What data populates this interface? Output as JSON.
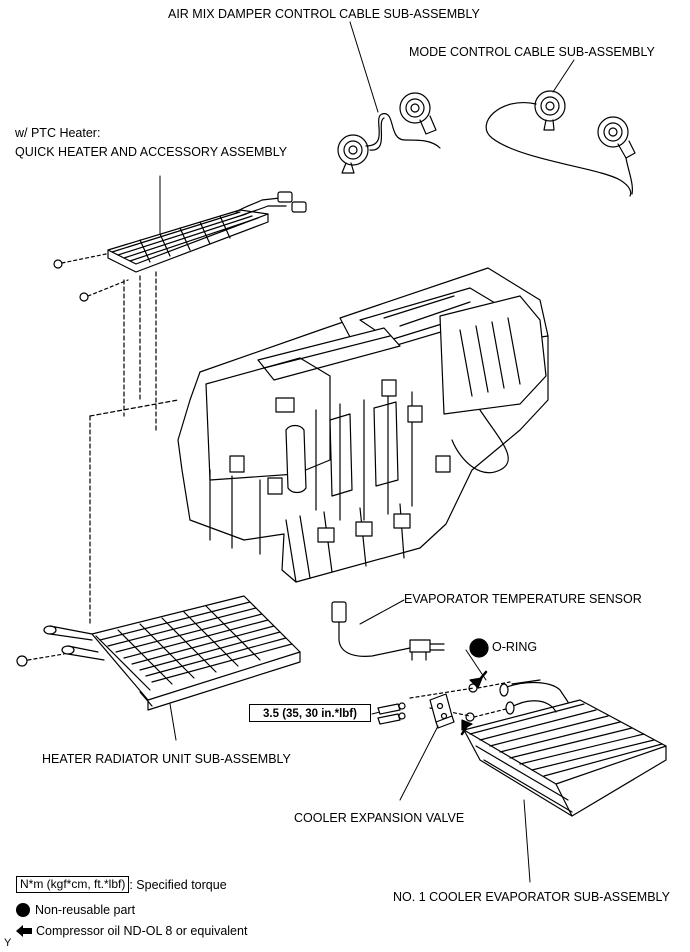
{
  "labels": {
    "air_mix_cable": "AIR MIX DAMPER CONTROL CABLE SUB-ASSEMBLY",
    "mode_cable": "MODE CONTROL CABLE SUB-ASSEMBLY",
    "ptc_note": "w/ PTC Heater:",
    "quick_heater": "QUICK HEATER AND ACCESSORY ASSEMBLY",
    "evap_sensor": "EVAPORATOR TEMPERATURE SENSOR",
    "o_ring": "O-RING",
    "heater_radiator": "HEATER RADIATOR UNIT SUB-ASSEMBLY",
    "expansion_valve": "COOLER EXPANSION VALVE",
    "cooler_evaporator": "NO. 1 COOLER EVAPORATOR SUB-ASSEMBLY",
    "torque_value": "3.5 (35, 30 in.*lbf)",
    "corner_mark": "Y"
  },
  "legend": {
    "torque_unit": "N*m (kgf*cm, ft.*lbf)",
    "torque_desc": ": Specified torque",
    "non_reusable": "Non-reusable part",
    "compressor_oil": "Compressor oil ND-OL 8 or equivalent"
  },
  "colors": {
    "ink": "#000000",
    "background": "#ffffff"
  }
}
